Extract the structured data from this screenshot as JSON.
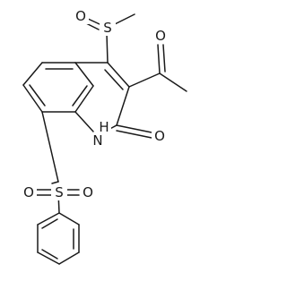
{
  "molecule": {
    "atoms": {
      "s_sulfinyl": "S",
      "o_sulfinyl": "O",
      "o_acetyl": "O",
      "nh": "H",
      "n": "N",
      "o_lactam": "O",
      "s_sulfonyl": "S",
      "o_sulfonyl_left": "O",
      "o_sulfonyl_right": "O"
    }
  }
}
